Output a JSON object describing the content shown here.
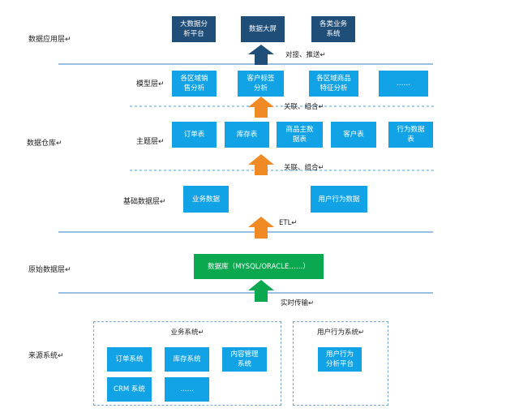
{
  "layers": {
    "app": "数据应用层↵",
    "model": "模型层↵",
    "warehouse": "数据仓库↵",
    "subject": "主题层↵",
    "base": "基础数据层↵",
    "raw": "原始数据层↵",
    "source": "来源系统↵"
  },
  "app_boxes": [
    "大数据分\n析平台",
    "数据大屏",
    "各类业务\n系统"
  ],
  "model_boxes": [
    "各区域销\n售分析",
    "客户标签\n分析",
    "各区域商品\n特征分析",
    "……"
  ],
  "subject_boxes": [
    "订单表",
    "库存表",
    "商品主数\n据表",
    "客户表",
    "行为数据\n表"
  ],
  "base_boxes": [
    "业务数据",
    "用户行为数据"
  ],
  "raw_box": "数据库（MYSQL/ORACLE……）",
  "arrow_labels": {
    "push": "对接、推送↵",
    "combine1": "关联、组合↵",
    "combine2": "关联、组合↵",
    "etl": "ETL↵",
    "realtime": "实时传输↵"
  },
  "business_system": {
    "title": "业务系统↵",
    "boxes": [
      "订单系统",
      "库存系统",
      "内容管理\n系统",
      "CRM 系统",
      "……"
    ]
  },
  "behavior_system": {
    "title": "用户行为系统↵",
    "box": "用户行为\n分析平台"
  },
  "colors": {
    "navy": "#1f4e79",
    "cyan": "#12a3e6",
    "green": "#0aa84f",
    "arrow_navy": "#1f4e79",
    "arrow_orange": "#f08a24",
    "arrow_green": "#0aa84f",
    "line_blue": "#5b9bd5"
  }
}
